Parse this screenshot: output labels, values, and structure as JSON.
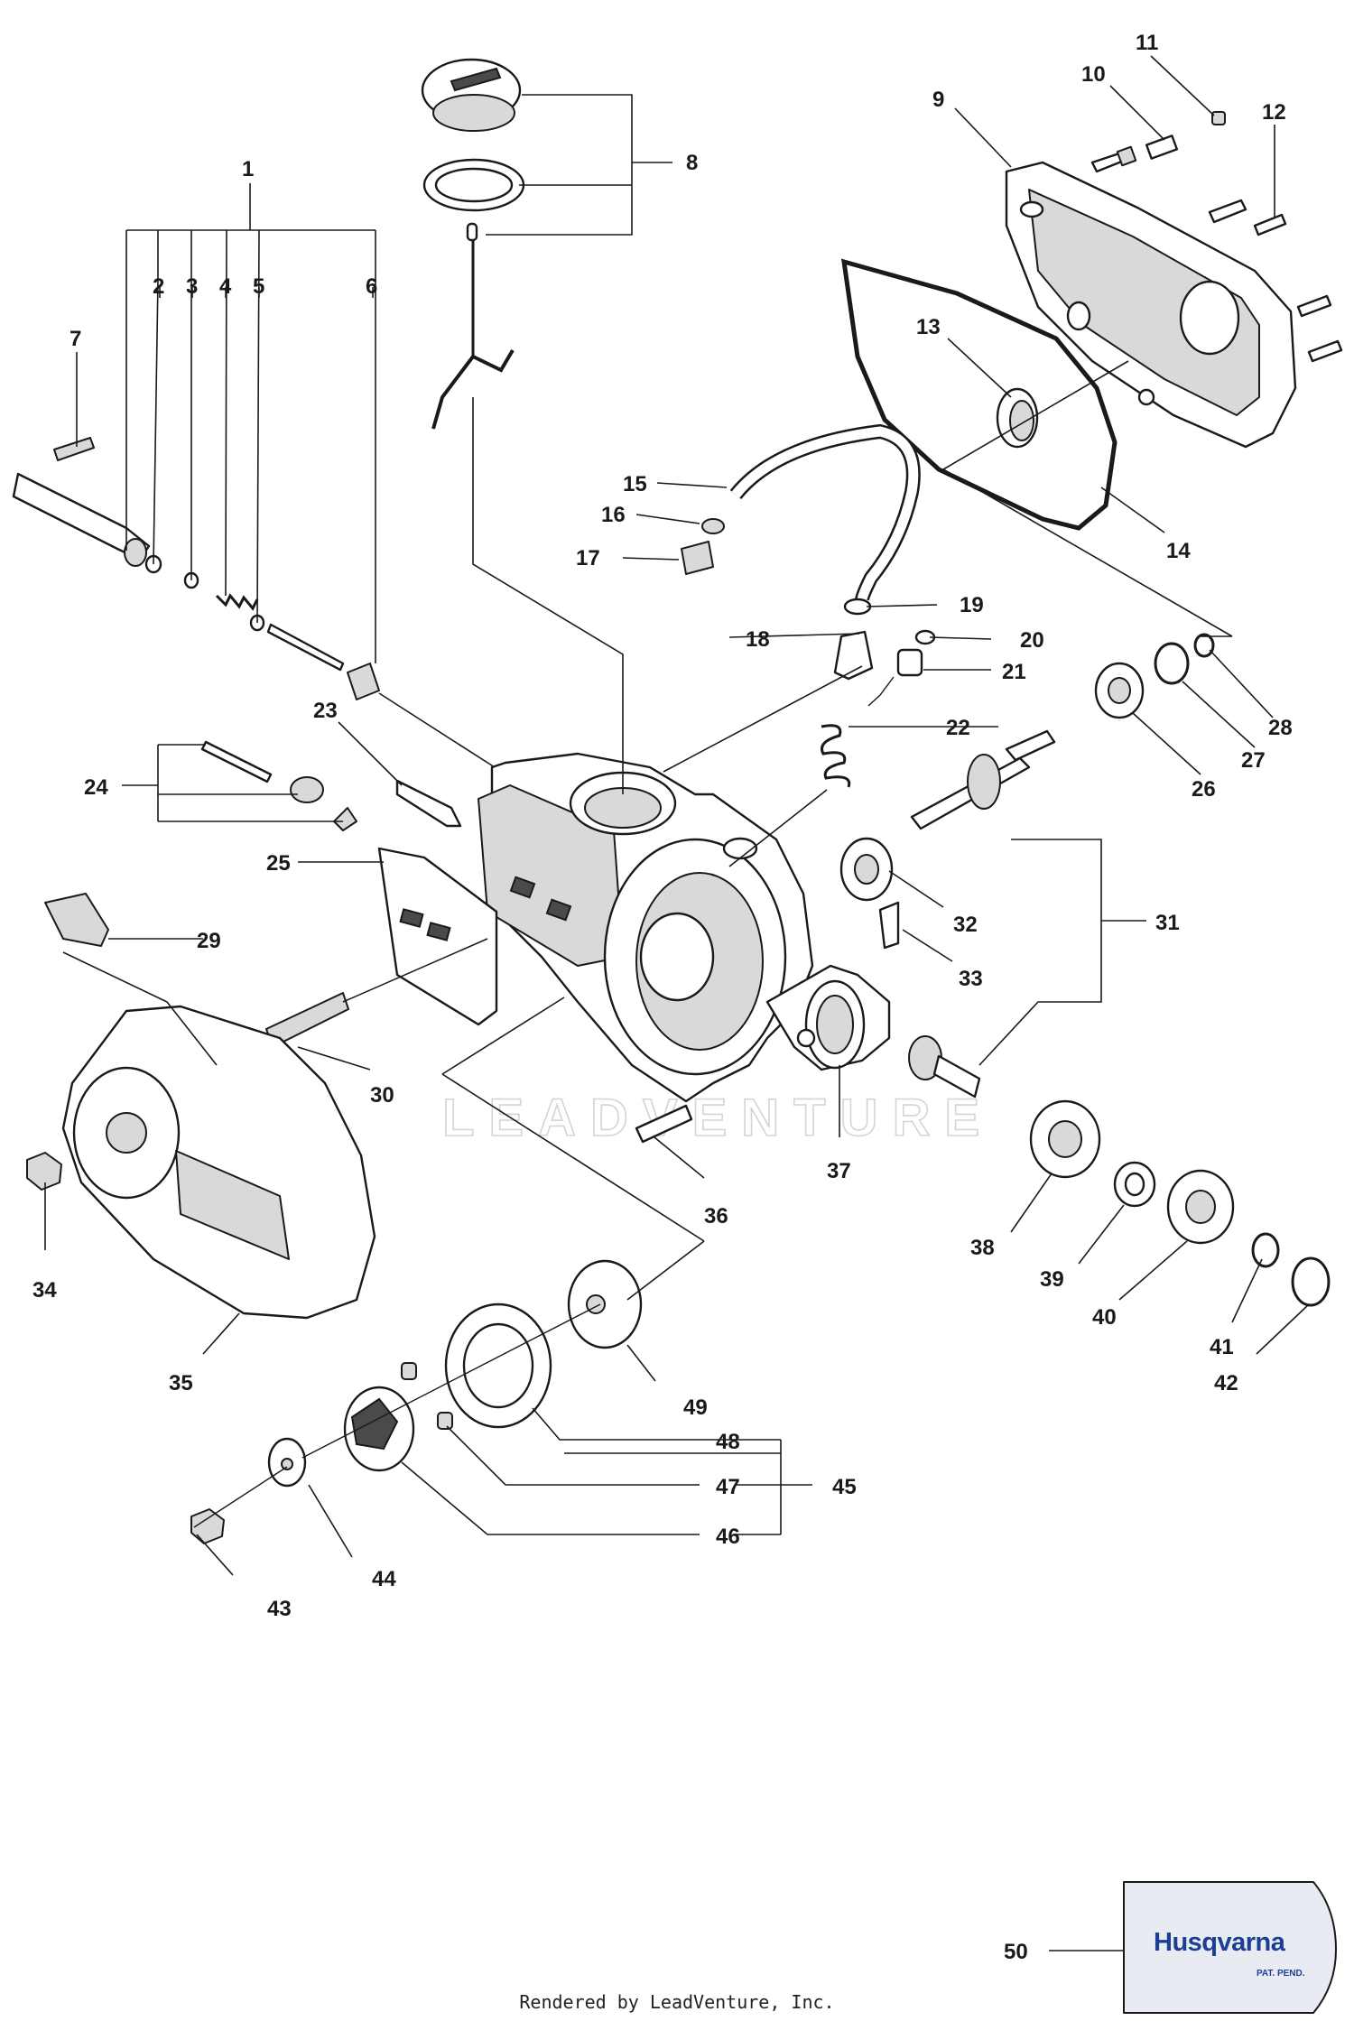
{
  "watermark": "LEADVENTURE",
  "footer": "Rendered by LeadVenture, Inc.",
  "logo": {
    "brand": "Husqvarna",
    "note": "PAT. PEND."
  },
  "labels": {
    "p1": "1",
    "p2": "2",
    "p3": "3",
    "p4": "4",
    "p5": "5",
    "p6": "6",
    "p7": "7",
    "p8": "8",
    "p9": "9",
    "p10": "10",
    "p11": "11",
    "p12": "12",
    "p13": "13",
    "p14": "14",
    "p15": "15",
    "p16": "16",
    "p17": "17",
    "p18": "18",
    "p19": "19",
    "p20": "20",
    "p21": "21",
    "p22": "22",
    "p23": "23",
    "p24": "24",
    "p25": "25",
    "p26": "26",
    "p27": "27",
    "p28": "28",
    "p29": "29",
    "p30": "30",
    "p31": "31",
    "p32": "32",
    "p33": "33",
    "p34": "34",
    "p35": "35",
    "p36": "36",
    "p37": "37",
    "p38": "38",
    "p39": "39",
    "p40": "40",
    "p41": "41",
    "p42": "42",
    "p43": "43",
    "p44": "44",
    "p45": "45",
    "p46": "46",
    "p47": "47",
    "p48": "48",
    "p49": "49",
    "p50": "50"
  },
  "colors": {
    "ink": "#1a1a1a",
    "brand": "#1c3f95",
    "watermark": "#d4d4d4"
  }
}
